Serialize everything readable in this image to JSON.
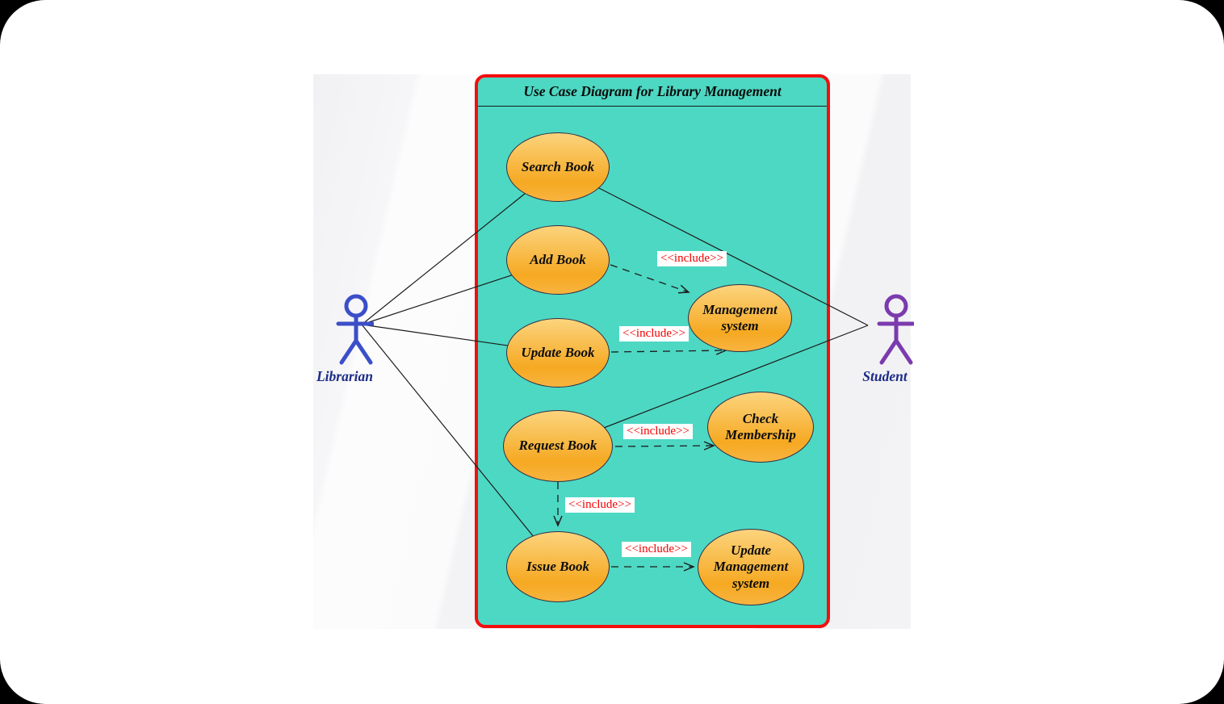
{
  "diagram": {
    "title": "Use Case Diagram for Library Management",
    "include_label": "<<include>>",
    "panel": {
      "fill": "#4DD8C3",
      "border": "#F40E0E"
    },
    "colors": {
      "ellipse_top": "#FCD47D",
      "ellipse_bottom": "#F6A922",
      "ellipse_border": "#2e2e44",
      "include_text": "#F20000",
      "line": "#1c1c1c",
      "librarian_figure": "#3B4FC8",
      "student_figure": "#7B3AAE",
      "actor_label_text": "#1c2b86"
    },
    "actors": [
      {
        "id": "librarian",
        "label": "Librarian"
      },
      {
        "id": "student",
        "label": "Student"
      }
    ],
    "use_cases": [
      {
        "id": "search-book",
        "label": "Search Book"
      },
      {
        "id": "add-book",
        "label": "Add Book"
      },
      {
        "id": "update-book",
        "label": "Update Book"
      },
      {
        "id": "management-system",
        "label": "Management system"
      },
      {
        "id": "request-book",
        "label": "Request Book"
      },
      {
        "id": "check-membership",
        "label": "Check Membership"
      },
      {
        "id": "issue-book",
        "label": "Issue Book"
      },
      {
        "id": "update-management-system",
        "label": "Update Management system"
      }
    ],
    "relations": {
      "associations": [
        {
          "from": "Librarian",
          "to": "Search Book"
        },
        {
          "from": "Librarian",
          "to": "Add Book"
        },
        {
          "from": "Librarian",
          "to": "Update Book"
        },
        {
          "from": "Librarian",
          "to": "Issue Book"
        },
        {
          "from": "Student",
          "to": "Search Book"
        },
        {
          "from": "Student",
          "to": "Request Book"
        }
      ],
      "includes": [
        {
          "from": "Add Book",
          "to": "Management system"
        },
        {
          "from": "Update Book",
          "to": "Management system"
        },
        {
          "from": "Request Book",
          "to": "Check Membership"
        },
        {
          "from": "Request Book",
          "to": "Issue Book"
        },
        {
          "from": "Issue Book",
          "to": "Update Management system"
        }
      ]
    }
  }
}
